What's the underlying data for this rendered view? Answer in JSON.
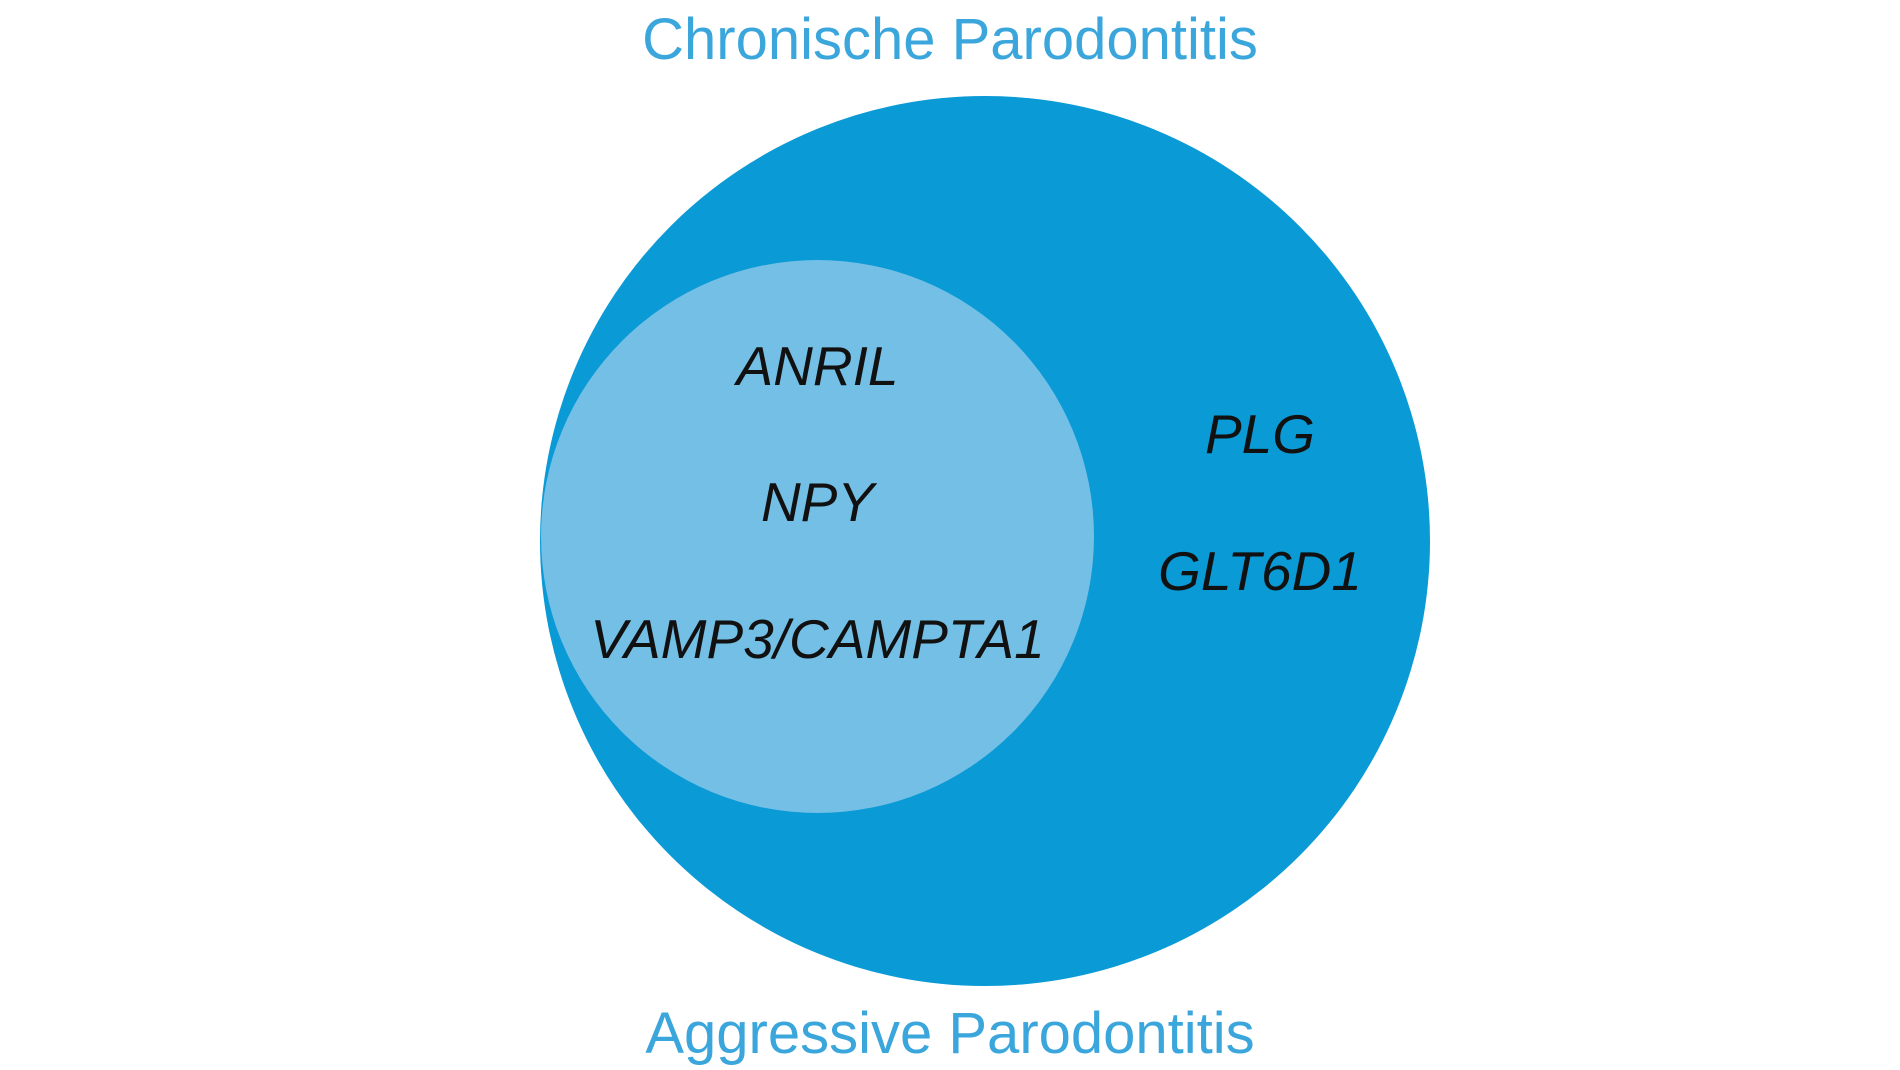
{
  "diagram": {
    "top_title": "Chronische Parodontitis",
    "bottom_title": "Aggressive Parodontitis",
    "inner_genes": [
      "ANRIL",
      "NPY",
      "VAMP3/CAMPTA1"
    ],
    "outer_genes": [
      "PLG",
      "GLT6D1"
    ]
  },
  "colors": {
    "title_text": "#3aa6dc",
    "outer_circle": "#0a9ad6",
    "inner_circle": "#74bfe6",
    "gene_text": "#111111"
  }
}
